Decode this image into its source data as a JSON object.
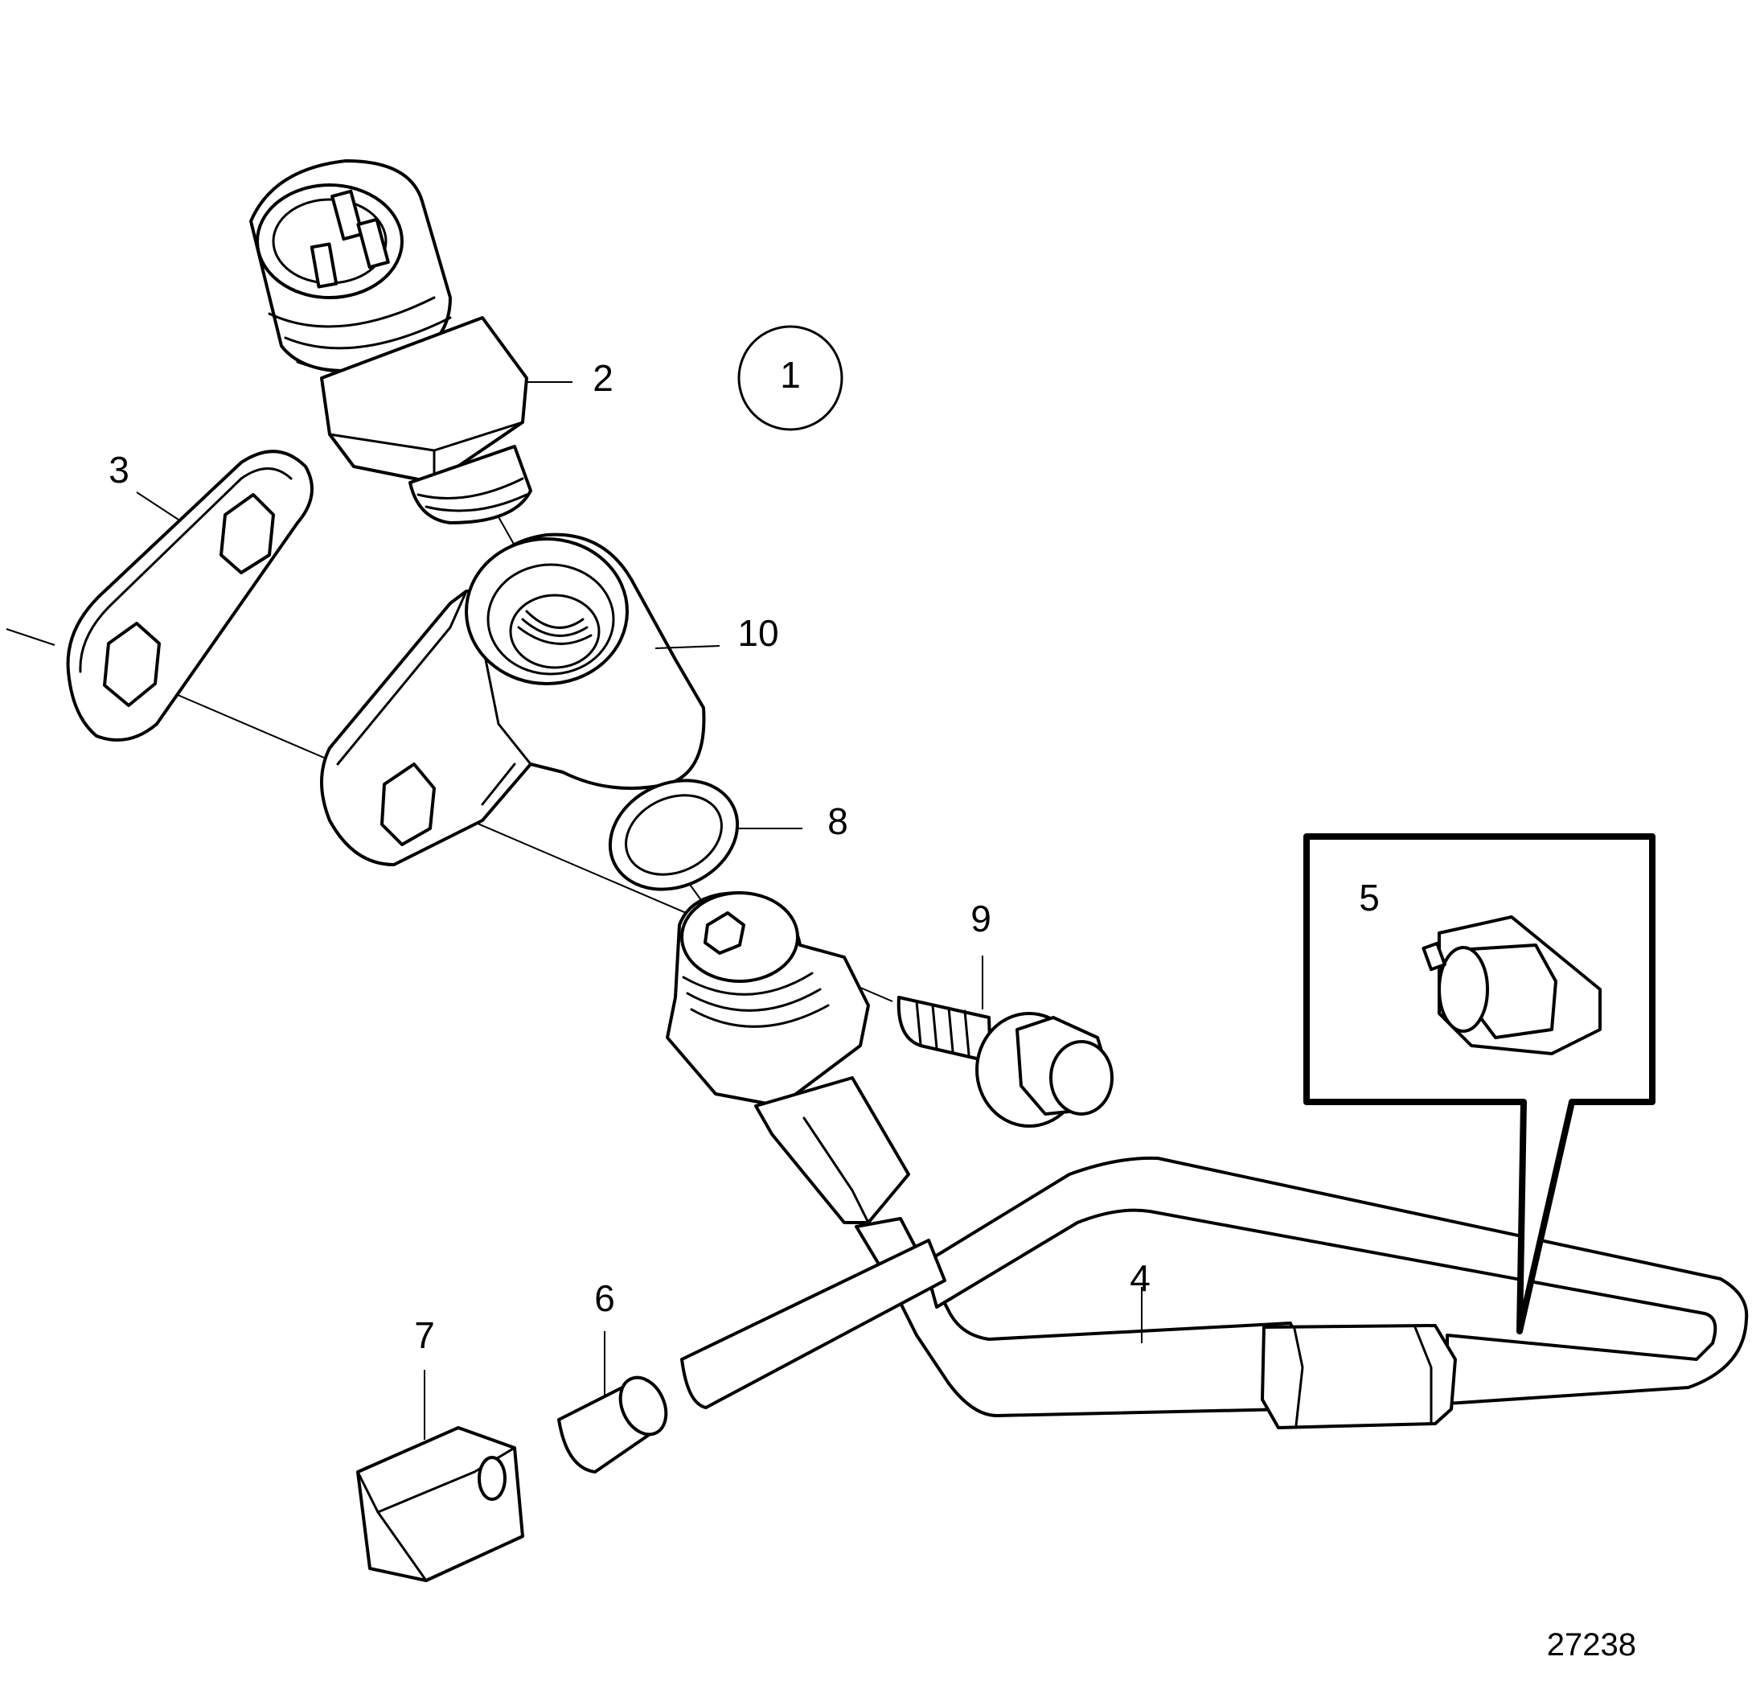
{
  "figure_number": "27238",
  "callouts": {
    "c1": "1",
    "c2": "2",
    "c3": "3",
    "c4": "4",
    "c5": "5",
    "c6": "6",
    "c7": "7",
    "c8": "8",
    "c9": "9",
    "c10": "10"
  },
  "colors": {
    "line": "#000000",
    "background": "#ffffff"
  }
}
